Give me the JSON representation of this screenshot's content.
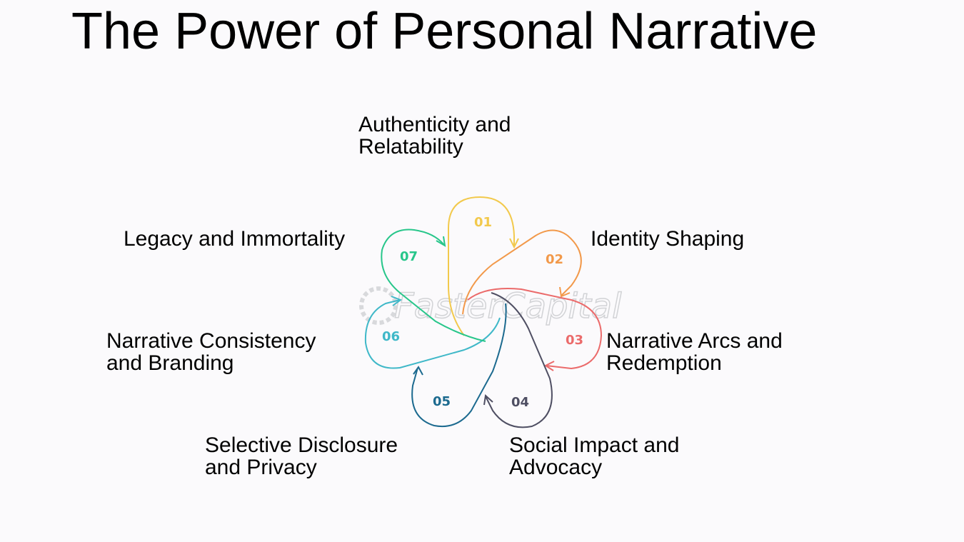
{
  "title": "The Power of Personal Narrative",
  "watermark": "FasterCapital",
  "items": [
    {
      "number": "01",
      "label_lines": [
        "Authenticity and",
        "Relatability"
      ],
      "color": "#f2c94c"
    },
    {
      "number": "02",
      "label_lines": [
        "Identity Shaping"
      ],
      "color": "#f2994a"
    },
    {
      "number": "03",
      "label_lines": [
        "Narrative Arcs and",
        "Redemption"
      ],
      "color": "#eb6b6b"
    },
    {
      "number": "04",
      "label_lines": [
        "Social Impact and",
        "Advocacy"
      ],
      "color": "#4f4f63"
    },
    {
      "number": "05",
      "label_lines": [
        "Selective Disclosure",
        "and Privacy"
      ],
      "color": "#1c6a8f"
    },
    {
      "number": "06",
      "label_lines": [
        "Narrative Consistency",
        "and Branding"
      ],
      "color": "#3fb8c8"
    },
    {
      "number": "07",
      "label_lines": [
        "Legacy and Immortality"
      ],
      "color": "#27c68a"
    }
  ]
}
